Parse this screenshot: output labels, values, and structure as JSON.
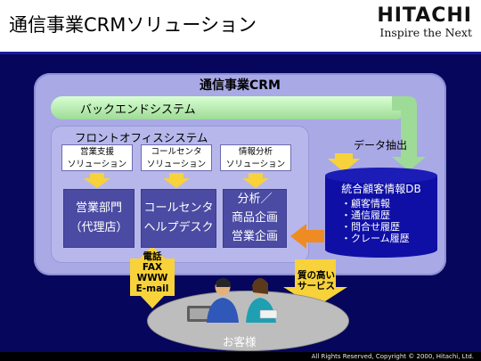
{
  "header": {
    "title": "通信事業CRMソリューション",
    "brand": "HITACHI",
    "tagline": "Inspire the Next"
  },
  "diagram": {
    "outer_title": "通信事業CRM",
    "backend_label": "バックエンドシステム",
    "front_office_label": "フロントオフィスシステム",
    "solutions": [
      {
        "line1": "営業支援",
        "line2": "ソリューション"
      },
      {
        "line1": "コールセンタ",
        "line2": "ソリューション"
      },
      {
        "line1": "情報分析",
        "line2": "ソリューション"
      }
    ],
    "departments": [
      {
        "line1": "営業部門",
        "line2": "（代理店）"
      },
      {
        "line1": "コールセンタ",
        "line2": "ヘルプデスク"
      },
      {
        "line1": "分析／",
        "line2": "商品企画",
        "line3": "営業企画"
      }
    ],
    "data_extract_label": "データ抽出",
    "database": {
      "title": "統合顧客情報DB",
      "items": [
        "・顧客情報",
        "・通信履歴",
        "・問合せ履歴",
        "・クレーム履歴"
      ]
    },
    "channels": [
      "電話",
      "FAX",
      "WWW",
      "E-mail"
    ],
    "quality_service": [
      "質の高い",
      "サービス"
    ],
    "customer_label": "お客様"
  },
  "footer": {
    "copyright": "All Rights Reserved, Copyright  ©  2000, Hitachi, Ltd."
  },
  "colors": {
    "background_panel": "#06065c",
    "outer_box": "#a9a9e6",
    "front_office_box": "#b7b7ec",
    "department_box": "#4b4ba3",
    "database": "#0f0fa6",
    "arrow_yellow": "#f7d23a",
    "arrow_orange": "#ef8b23",
    "backend_bar": "#b8ecb0"
  }
}
